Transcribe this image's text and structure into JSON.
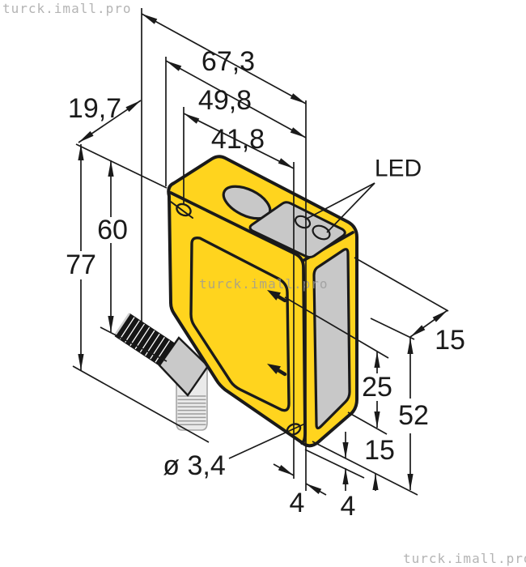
{
  "watermarks": {
    "top_left": "turck.imall.pro",
    "center": "turck.imall.pro",
    "bottom_right": "turck.imall.pro"
  },
  "labels": {
    "length_overall": "67,3",
    "length_mid": "49,8",
    "length_inner": "41,8",
    "depth_top": "19,7",
    "height_body": "60",
    "height_overall": "77",
    "led": "LED",
    "depth_head": "15",
    "lens_offset": "25",
    "height_front": "52",
    "offset_lower": "15",
    "hole_offset_a": "4",
    "hole_offset_b": "4",
    "hole_diameter": "ø 3,4"
  },
  "colors": {
    "body_yellow": "#FFD41E",
    "panel_gray": "#C8C8C8",
    "line_black": "#1A1A1A",
    "watermark_gray": "#B4B4B4"
  }
}
